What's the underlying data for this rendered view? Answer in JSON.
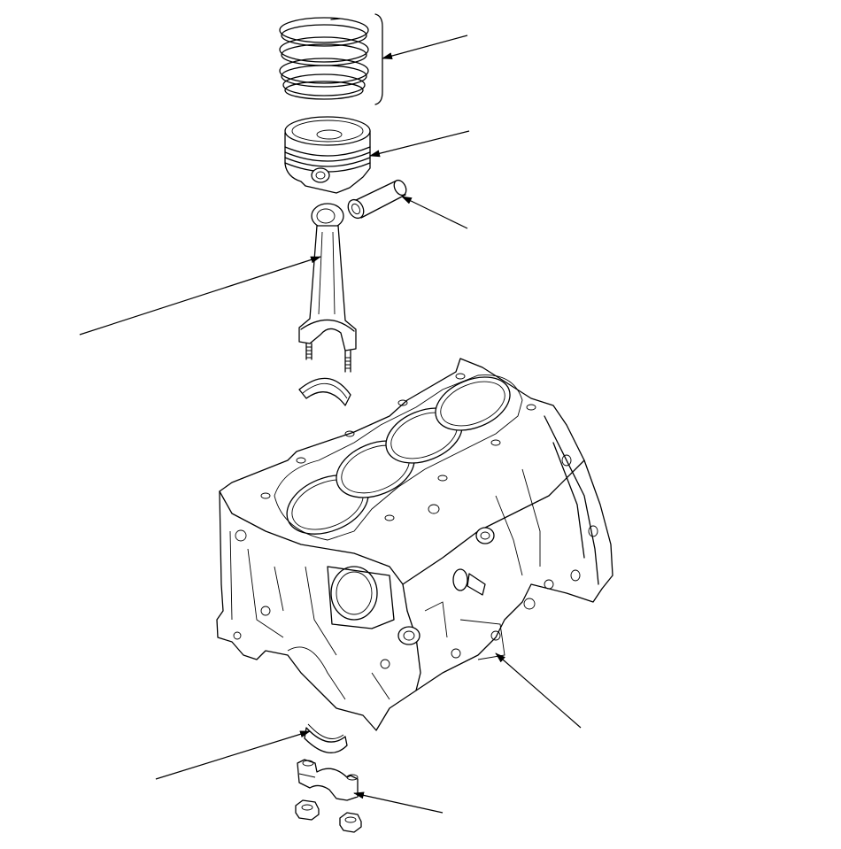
{
  "diagram": {
    "type": "exploded-parts-view",
    "line_color": "#000000",
    "background": "#ffffff",
    "parts": [
      {
        "name": "piston-rings"
      },
      {
        "name": "piston"
      },
      {
        "name": "piston-pin"
      },
      {
        "name": "connecting-rod"
      },
      {
        "name": "connecting-rod-bearing-upper"
      },
      {
        "name": "cylinder-block"
      },
      {
        "name": "main-bearing"
      },
      {
        "name": "bearing-cap"
      },
      {
        "name": "cap-nuts"
      }
    ],
    "callouts": [
      "",
      "",
      "",
      "",
      "",
      "",
      ""
    ]
  }
}
